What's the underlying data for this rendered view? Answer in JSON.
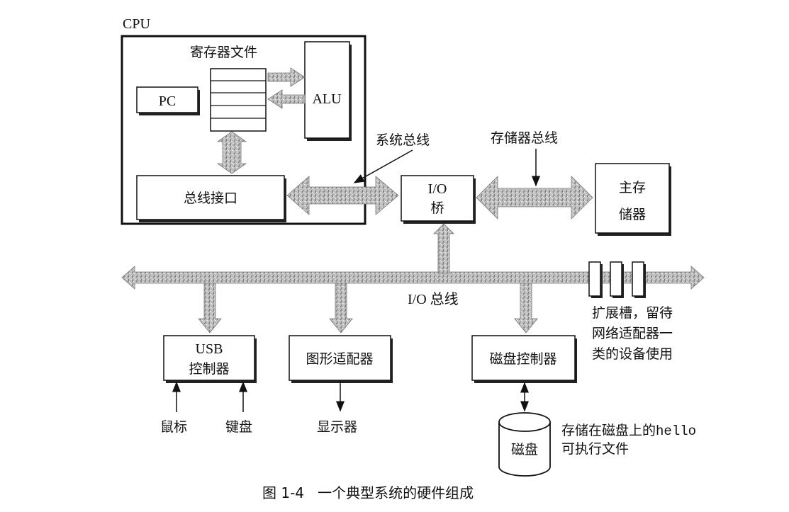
{
  "figure": {
    "caption": "图 1-4   一个典型系统的硬件组成",
    "cpu": {
      "label": "CPU",
      "register_file_label": "寄存器文件",
      "pc_label": "PC",
      "alu_label": "ALU",
      "bus_interface_label": "总线接口",
      "register_rows": 5
    },
    "system_bus_label": "系统总线",
    "memory_bus_label": "存储器总线",
    "io_bridge": {
      "line1": "I/O",
      "line2": "桥"
    },
    "main_memory": {
      "line1": "主存",
      "line2": "储器"
    },
    "io_bus_label": "I/O 总线",
    "expansion_slots": {
      "count": 3,
      "note_lines": [
        "扩展槽，留待",
        "网络适配器一",
        "类的设备使用"
      ]
    },
    "usb_controller": {
      "line1": "USB",
      "line2": "控制器",
      "inputs": [
        "鼠标",
        "键盘"
      ]
    },
    "graphics_adapter": {
      "label": "图形适配器",
      "output": "显示器"
    },
    "disk_controller": {
      "label": "磁盘控制器"
    },
    "disk": {
      "label": "磁盘",
      "note_prefix": "存储在磁盘上的",
      "note_code": "hello",
      "note_line2": "可执行文件"
    }
  }
}
